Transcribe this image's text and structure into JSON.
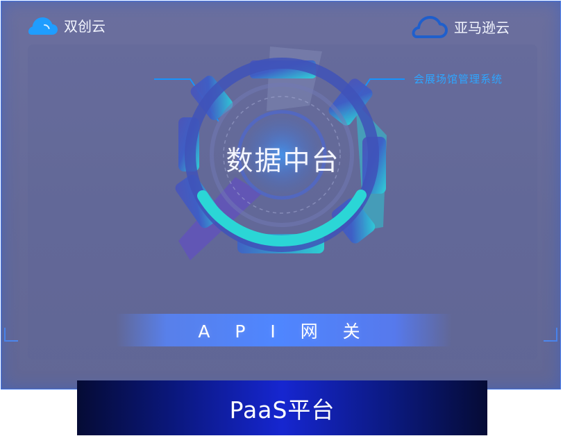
{
  "labels": {
    "left_cloud": "双创云",
    "right_cloud": "亚马逊云",
    "top_right_system": "会展场馆管理系统",
    "center": "数据中台",
    "api_gateway": "A P I 网 关",
    "paas": "PaaS平台"
  },
  "icons": {
    "left": "cloud-filled-icon",
    "right": "cloud-outline-icon"
  },
  "colors": {
    "panel": "#6b6f9e",
    "border": "#3f74e8",
    "accent_blue": "#2ea5ff",
    "teal": "#2bd6d6",
    "purple": "#6b54c8",
    "paas_center": "#1626d0"
  }
}
